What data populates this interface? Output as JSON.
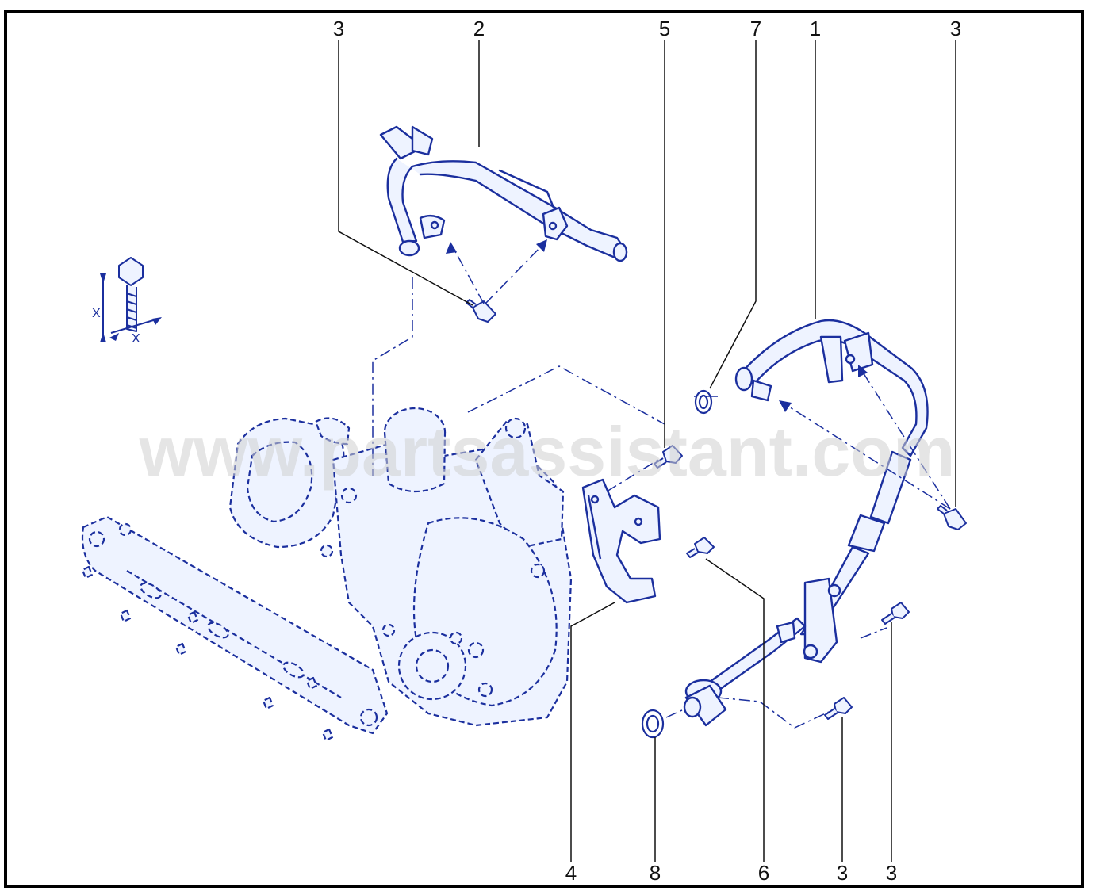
{
  "diagram": {
    "watermark": "www.partsassistant.com",
    "colors": {
      "line": "#1b2f9e",
      "fill": "#eef3ff",
      "border": "#000000",
      "leader": "#111111"
    },
    "fastener_symbol": {
      "label_vertical": "X",
      "label_horizontal": "X"
    },
    "callouts": [
      {
        "id": "top-3-left",
        "label": "3"
      },
      {
        "id": "top-2",
        "label": "2"
      },
      {
        "id": "top-5",
        "label": "5"
      },
      {
        "id": "top-7",
        "label": "7"
      },
      {
        "id": "top-1",
        "label": "1"
      },
      {
        "id": "top-3-right",
        "label": "3"
      },
      {
        "id": "bot-4",
        "label": "4"
      },
      {
        "id": "bot-8",
        "label": "8"
      },
      {
        "id": "bot-6",
        "label": "6"
      },
      {
        "id": "bot-3-left",
        "label": "3"
      },
      {
        "id": "bot-3-right",
        "label": "3"
      }
    ]
  }
}
